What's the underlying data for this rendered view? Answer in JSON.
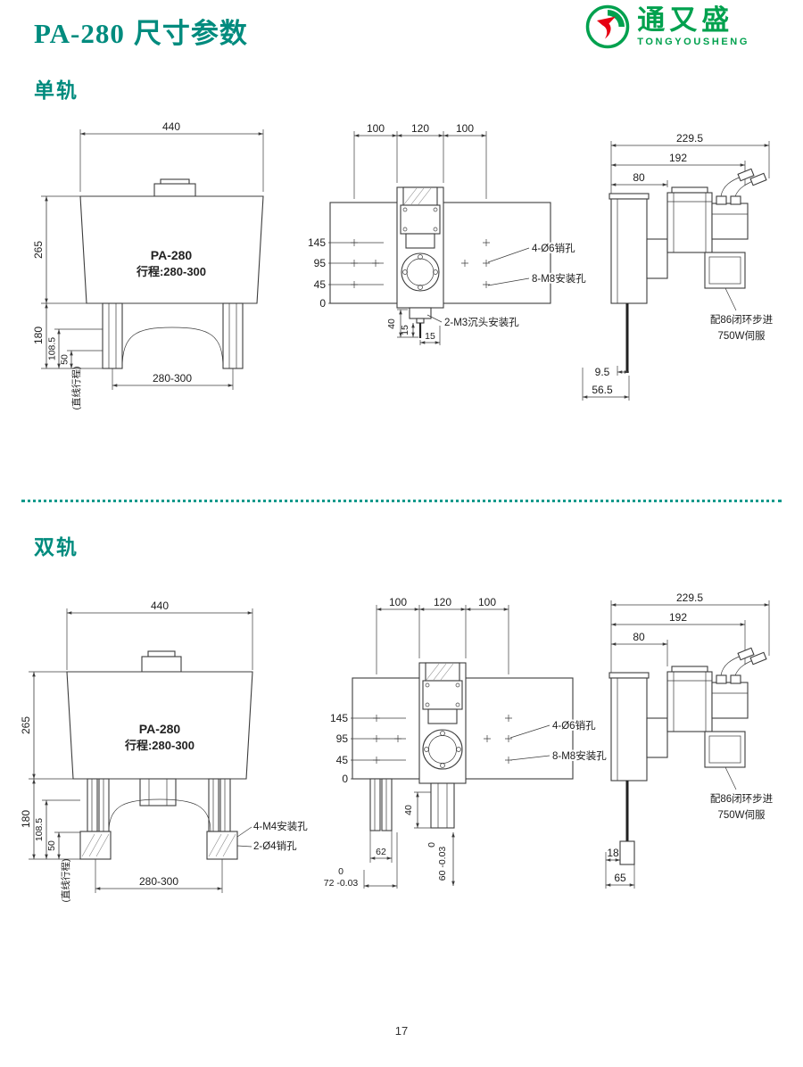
{
  "page": {
    "title_model": "PA-280",
    "title_text": "尺寸参数",
    "page_number": "17"
  },
  "logo": {
    "cn": "通又盛",
    "en": "TONGYOUSHENG"
  },
  "single": {
    "section_label": "单轨",
    "front": {
      "model": "PA-280",
      "stroke_label": "行程:280-300",
      "dim_width": "440",
      "dim_height": "265",
      "dim_leg": "180",
      "dim_mid": "108.5",
      "dim_low": "50",
      "linear_stroke": "(直线行程)",
      "dim_span": "280-300"
    },
    "top": {
      "dim_a": "100",
      "dim_b": "120",
      "dim_c": "100",
      "row_1": "145",
      "row_2": "95",
      "row_3": "45",
      "row_0": "0",
      "label_pin": "4-Ø6销孔",
      "label_mount": "8-M8安装孔",
      "label_sink": "2-M3沉头安装孔",
      "dim_d": "40",
      "dim_e": "15",
      "dim_f": "15"
    },
    "side": {
      "dim_a": "229.5",
      "dim_b": "192",
      "dim_c": "80",
      "label_motor_1": "配86闭环步进",
      "label_motor_2": "750W伺服",
      "dim_d": "9.5",
      "dim_e": "56.5"
    }
  },
  "double": {
    "section_label": "双轨",
    "front": {
      "model": "PA-280",
      "stroke_label": "行程:280-300",
      "dim_width": "440",
      "dim_height": "265",
      "dim_leg": "180",
      "dim_mid": "108.5",
      "dim_low": "50",
      "linear_stroke": "(直线行程)",
      "dim_span": "280-300",
      "label_mount": "4-M4安装孔",
      "label_pin": "2-Ø4销孔"
    },
    "top": {
      "dim_a": "100",
      "dim_b": "120",
      "dim_c": "100",
      "row_1": "145",
      "row_2": "95",
      "row_3": "45",
      "row_0": "0",
      "label_pin": "4-Ø6销孔",
      "label_mount": "8-M8安装孔",
      "tol_zero_1": "0",
      "dim_d": "72 -0.03",
      "dim_e": "62",
      "dim_f": "40",
      "tol_zero_2": "0",
      "dim_g": "60 -0.03"
    },
    "side": {
      "dim_a": "229.5",
      "dim_b": "192",
      "dim_c": "80",
      "label_motor_1": "配86闭环步进",
      "label_motor_2": "750W伺服",
      "dim_d": "18",
      "dim_e": "65"
    }
  }
}
